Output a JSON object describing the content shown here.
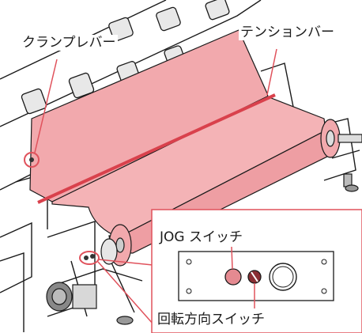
{
  "labels": {
    "clamp_lever": "クランプレバー",
    "tension_bar": "テンションバー",
    "jog_switch": "JOG スイッチ",
    "rotation_switch": "回転方向スイッチ"
  },
  "colors": {
    "media": "#f2a9ad",
    "media_edge": "#e07a82",
    "callout": "#e0525c",
    "machine_line": "#1a1a1a"
  }
}
